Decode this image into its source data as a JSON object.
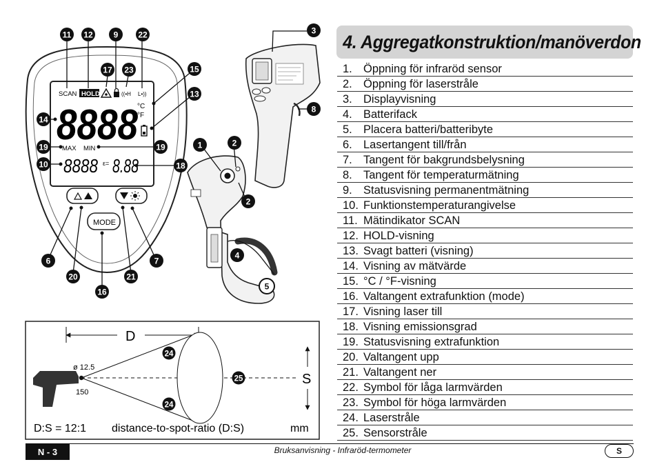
{
  "section_title": "4. Aggregatkonstruktion/manöverdon",
  "parts": [
    {
      "num": "1.",
      "label": "Öppning för infraröd sensor"
    },
    {
      "num": "2.",
      "label": "Öppning för laserstråle"
    },
    {
      "num": "3.",
      "label": "Displayvisning"
    },
    {
      "num": "4.",
      "label": "Batterifack"
    },
    {
      "num": "5.",
      "label": "Placera batteri/batteribyte"
    },
    {
      "num": "6.",
      "label": "Lasertangent till/från"
    },
    {
      "num": "7.",
      "label": "Tangent för bakgrundsbelysning"
    },
    {
      "num": "8.",
      "label": "Tangent för temperaturmätning"
    },
    {
      "num": "9.",
      "label": "Statusvisning permanentmätning"
    },
    {
      "num": "10.",
      "label": "Funktionstemperaturangivelse"
    },
    {
      "num": "11.",
      "label": "Mätindikator SCAN"
    },
    {
      "num": "12.",
      "label": "HOLD-visning"
    },
    {
      "num": "13.",
      "label": "Svagt batteri (visning)"
    },
    {
      "num": "14.",
      "label": "Visning av mätvärde"
    },
    {
      "num": "15.",
      "label": "°C / °F-visning"
    },
    {
      "num": "16.",
      "label": "Valtangent extrafunktion (mode)"
    },
    {
      "num": "17.",
      "label": "Visning laser till"
    },
    {
      "num": "18.",
      "label": "Visning emissionsgrad"
    },
    {
      "num": "19.",
      "label": "Statusvisning extrafunktion"
    },
    {
      "num": "20.",
      "label": "Valtangent upp"
    },
    {
      "num": "21.",
      "label": "Valtangent ner"
    },
    {
      "num": "22.",
      "label": "Symbol för låga larmvärden"
    },
    {
      "num": "23.",
      "label": "Symbol för höga larmvärden"
    },
    {
      "num": "24.",
      "label": "Laserstråle"
    },
    {
      "num": "25.",
      "label": "Sensorstråle"
    }
  ],
  "display": {
    "scan": "SCAN",
    "hold": "HOLD",
    "alarm_high": "((•H",
    "alarm_low": "L•))",
    "main_value": "8888",
    "unit_c": "°C",
    "unit_f": "°F",
    "max": "MAX",
    "min": "MIN",
    "sub_value": "8888",
    "emissivity_symbol": "ε=",
    "emissivity_value": "8.88",
    "mode_button": "MODE"
  },
  "callouts": {
    "c11": "11",
    "c12": "12",
    "c9": "9",
    "c22": "22",
    "c17": "17",
    "c23": "23",
    "c15": "15",
    "c13": "13",
    "c14": "14",
    "c19a": "19",
    "c19b": "19",
    "c10": "10",
    "c18": "18",
    "c6": "6",
    "c20": "20",
    "c16": "16",
    "c21": "21",
    "c7": "7",
    "c3": "3",
    "c8": "8",
    "c1": "1",
    "c2a": "2",
    "c2b": "2",
    "c4": "4",
    "c5": "5",
    "c24a": "24",
    "c24b": "24",
    "c25": "25"
  },
  "spot_diagram": {
    "distance_label": "D",
    "spot_label": "S",
    "spot_diameter": "ø 12.5",
    "distance_value": "150",
    "ratio": "D:S = 12:1",
    "ratio_caption": "distance-to-spot-ratio (D:S)",
    "unit": "mm"
  },
  "footer": {
    "page": "N - 3",
    "document": "Bruksanvisning - Infraröd-termometer",
    "country": "S"
  },
  "colors": {
    "title_background": "#d4d4d4",
    "callout": "#111111",
    "page_badge": "#111111"
  }
}
